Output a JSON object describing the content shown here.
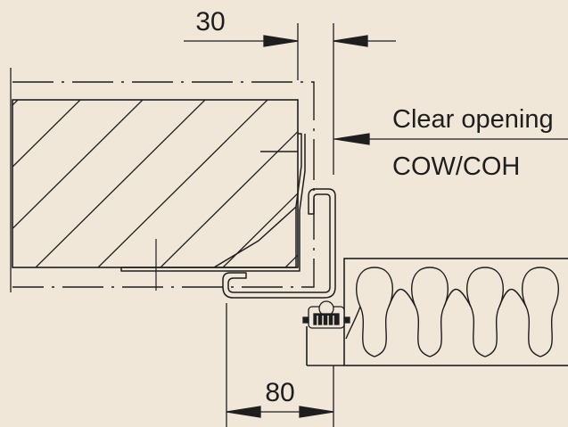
{
  "dimensions": {
    "top_value": "30",
    "bottom_value": "80"
  },
  "callouts": {
    "line1": "Clear opening",
    "line2": "COW/COH"
  },
  "colors": {
    "background": "#f1e7d8",
    "ink": "#1e1e1e"
  }
}
